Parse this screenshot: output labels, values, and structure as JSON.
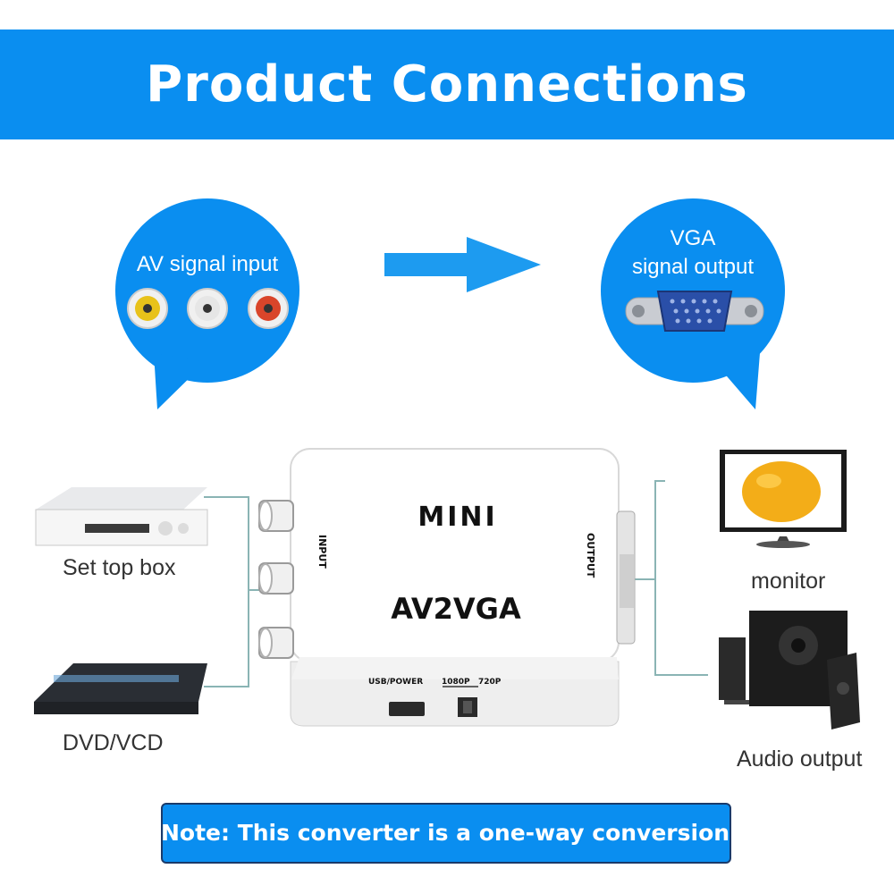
{
  "header": {
    "title": "Product Connections"
  },
  "input_bubble": {
    "label": "AV signal input"
  },
  "output_bubble": {
    "label_line1": "VGA",
    "label_line2": "signal output"
  },
  "left_devices": {
    "set_top_box": "Set top box",
    "dvd": "DVD/VCD"
  },
  "right_devices": {
    "monitor": "monitor",
    "audio": "Audio output"
  },
  "converter": {
    "brand": "MINI",
    "model": "AV2VGA",
    "input_label": "INPUT",
    "output_label": "OUTPUT",
    "usb_label": "USB/POWER",
    "res_1080": "1080P",
    "res_720": "720P"
  },
  "note": {
    "text": "Note: This converter is a one-way conversion."
  },
  "colors": {
    "brand_blue": "#0a8ef0",
    "line_teal": "#8ab4b4",
    "rca_yellow": "#e8c21a",
    "rca_red": "#d9452a"
  }
}
